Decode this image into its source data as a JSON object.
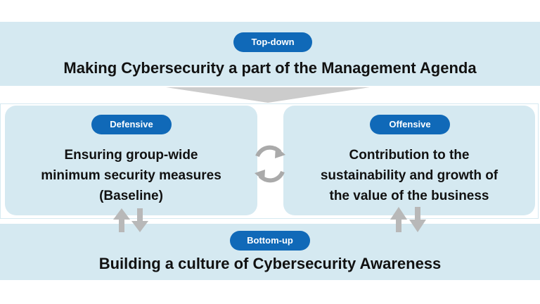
{
  "top": {
    "badge": "Top-down",
    "title": "Making Cybersecurity a part of the Management Agenda"
  },
  "defensive": {
    "badge": "Defensive",
    "lines": [
      "Ensuring group-wide",
      "minimum security measures",
      "(Baseline)"
    ]
  },
  "offensive": {
    "badge": "Offensive",
    "lines": [
      "Contribution to the",
      "sustainability and growth of",
      "the value of the business"
    ]
  },
  "bottom": {
    "badge": "Bottom-up",
    "title": "Building a culture of Cybersecurity Awareness"
  },
  "colors": {
    "band": "#d5e9f1",
    "badge": "#1069b8",
    "arrow": "#b8b8b8"
  },
  "icons": [
    "down-chevron-icon",
    "cycle-arrows-icon",
    "up-down-arrows-icon"
  ]
}
